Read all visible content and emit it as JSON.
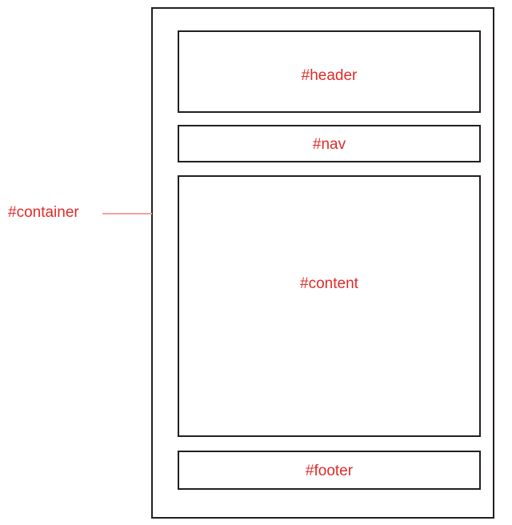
{
  "diagram": {
    "type": "css-box-layout-wireframe",
    "background_color": "#ffffff",
    "box_border_color": "#231f20",
    "label_color": "#e12b28",
    "leader_line_color": "#f4a0a0",
    "container": {
      "label": "#container",
      "leader_line": true
    },
    "regions": [
      {
        "id": "header",
        "label": "#header"
      },
      {
        "id": "nav",
        "label": "#nav"
      },
      {
        "id": "content",
        "label": "#content"
      },
      {
        "id": "footer",
        "label": "#footer"
      }
    ]
  }
}
